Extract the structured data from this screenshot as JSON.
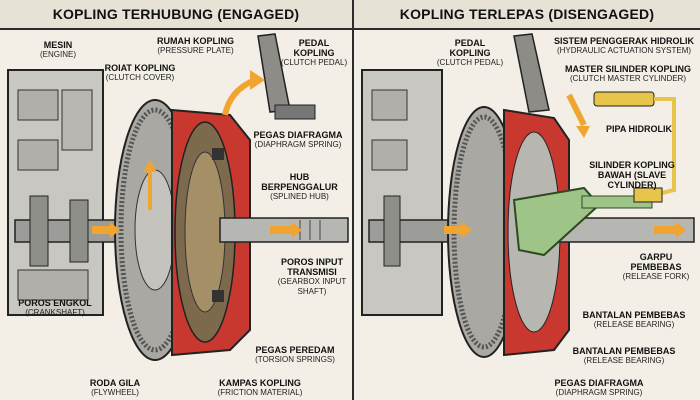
{
  "left": {
    "title": "KOPLING TERHUBUNG (ENGAGED)",
    "labels": {
      "engine": {
        "t": "MESIN",
        "s": "(ENGINE)"
      },
      "clutch_cover": {
        "t": "ROIAT KOPLING",
        "s": "(CLUTCH COVER)"
      },
      "pressure_plate": {
        "t": "RUMAH KOPLING",
        "s": "(PRESSURE PLATE)"
      },
      "pedal": {
        "t": "PEDAL KOPLING",
        "s": "(CLUTCH PEDAL)"
      },
      "diaphragm": {
        "t": "PEGAS DIAFRAGMA",
        "s": "(DIAPHRAGM SPRING)"
      },
      "hub": {
        "t": "HUB BERPENGGALUR",
        "s": "(SPLINED HUB)"
      },
      "input_shaft": {
        "t": "POROS INPUT TRANSMISI",
        "s": "(GEARBOX INPUT SHAFT)"
      },
      "crankshaft": {
        "t": "POROS ENGKOL",
        "s": "(CRANKSHAFT)"
      },
      "torsion": {
        "t": "PEGAS PEREDAM",
        "s": "(TORSION SPRINGS)"
      },
      "flywheel": {
        "t": "RODA GILA",
        "s": "(FLYWHEEL)"
      },
      "friction": {
        "t": "KAMPAS KOPLING",
        "s": "(FRICTION MATERIAL)"
      }
    }
  },
  "right": {
    "title": "KOPLING TERLEPAS (DISENGAGED)",
    "labels": {
      "pedal": {
        "t": "PEDAL KOPLING",
        "s": "(CLUTCH PEDAL)"
      },
      "hydraulic": {
        "t": "SISTEM PENGGERAK HIDROLIK",
        "s": "(HYDRAULIC ACTUATION SYSTEM)"
      },
      "master": {
        "t": "MASTER SILINDER KOPLING",
        "s": "(CLUTCH MASTER CYLINDER)"
      },
      "pipe": {
        "t": "PIPA HIDROLIK",
        "s": ""
      },
      "slave": {
        "t": "SILINDER KOPLING BAWAH (SLAVE CYLINDER)",
        "s": ""
      },
      "fork": {
        "t": "GARPU PEMBEBAS",
        "s": "(RELEASE FORK)"
      },
      "bearing1": {
        "t": "BANTALAN PEMBEBAS",
        "s": "(RELEASE BEARING)"
      },
      "bearing2": {
        "t": "BANTALAN PEMBEBAS",
        "s": "(RELEASE BEARING)"
      },
      "diaphragm": {
        "t": "PEGAS DIAFRAGMA",
        "s": "(DIAPHRAGM SPRING)"
      }
    }
  },
  "colors": {
    "accent_arrow": "#f0a531",
    "housing_red": "#c8382f",
    "fork_green": "#9fc487",
    "metal": "#9a9a96",
    "ink": "#1b1b1b"
  }
}
